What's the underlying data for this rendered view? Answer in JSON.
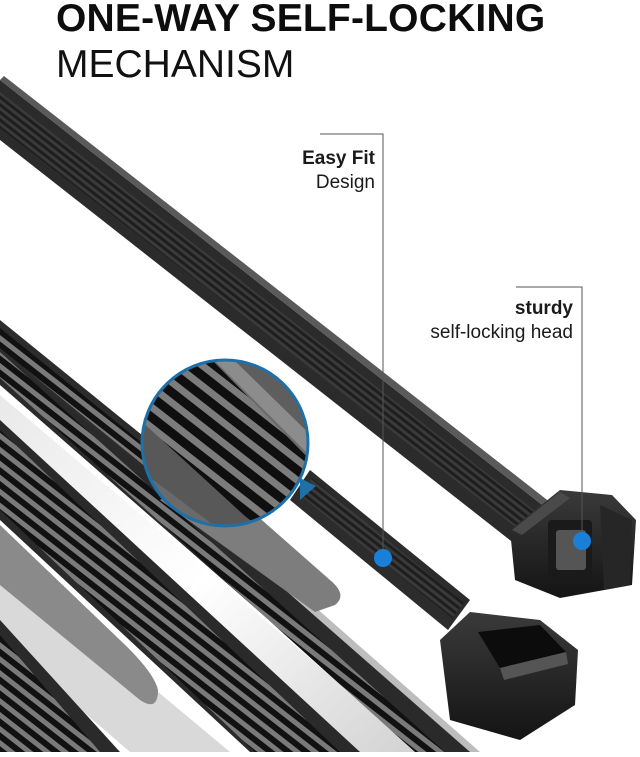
{
  "header": {
    "title_line1": "ONE-WAY SELF-LOCKING",
    "title_line2": "MECHANISM"
  },
  "callouts": [
    {
      "id": "easy-fit",
      "strong": "Easy Fit",
      "light": "Design",
      "marker_color": "#1a7fd6"
    },
    {
      "id": "sturdy-head",
      "strong": "sturdy",
      "light": "self-locking head",
      "marker_color": "#1a7fd6"
    }
  ],
  "product": {
    "subject": "black nylon cable ties",
    "features": [
      "magnified ratchet teeth detail",
      "one-way self-locking head"
    ]
  },
  "colors": {
    "background": "#ffffff",
    "text": "#111111",
    "strap_dark": "#2b2b2b",
    "strap_mid": "#4a4a4a",
    "tooth": "#1a1a1a",
    "tooth_gap": "#6e6e6e",
    "marker_blue": "#1a7fd6",
    "magnifier_ring": "#1f6fa8",
    "callout_line": "#555555"
  }
}
